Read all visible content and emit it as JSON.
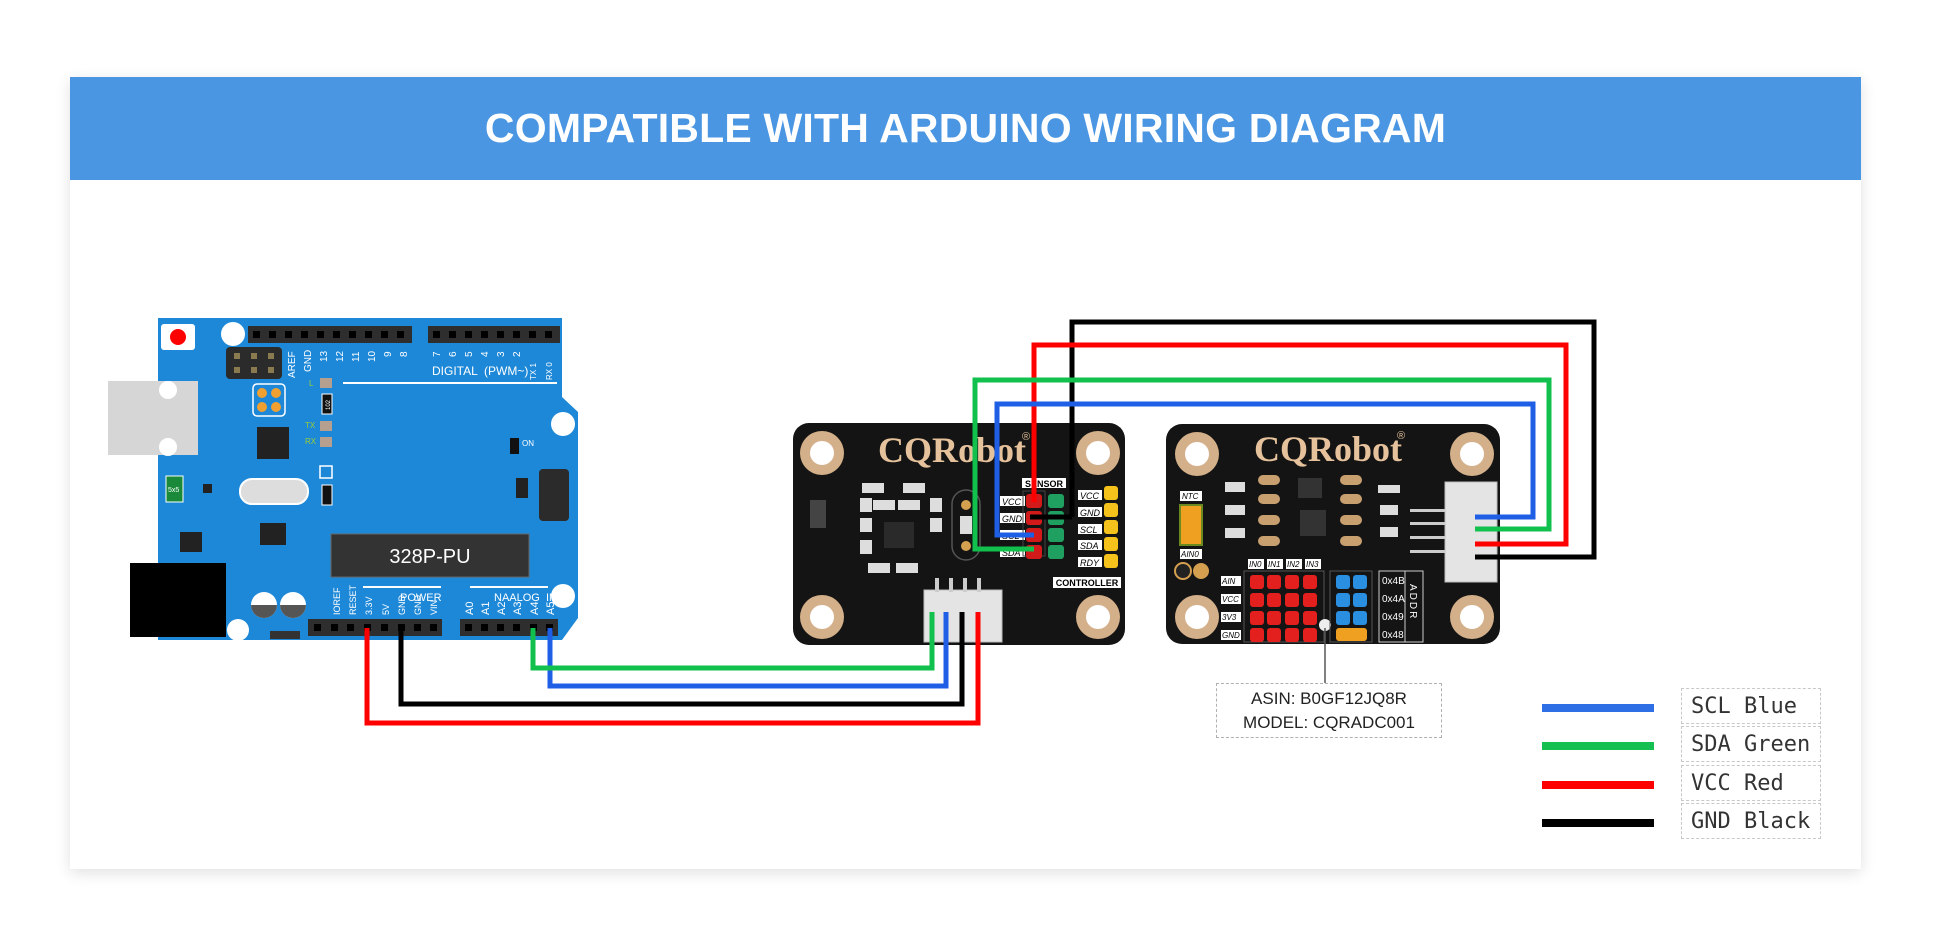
{
  "header": {
    "title": "COMPATIBLE WITH ARDUINO WIRING DIAGRAM"
  },
  "colors": {
    "header_bg": "#4a96e2",
    "arduino_blue": "#1e88d8",
    "board_black": "#141414",
    "brand_text": "#e6c29c",
    "scl": "#1f5fe6",
    "sda": "#12c04e",
    "vcc": "#ff0000",
    "gnd": "#000000"
  },
  "arduino": {
    "chip_label": "328P-PU",
    "digital_label": "DIGITAL  (PWM~)",
    "digital_pins_left": [
      "AREF",
      "GND",
      "13",
      "12",
      "11",
      "10",
      "9",
      "8"
    ],
    "digital_pins_right": [
      "7",
      "6",
      "5",
      "4",
      "3",
      "2",
      "TX 1",
      "RX 0"
    ],
    "power_label": "POWER",
    "power_pins": [
      "IOREF",
      "RESET",
      "3.3V",
      "5V",
      "GND",
      "GND",
      "VIN"
    ],
    "analog_label": "NAALOG  IN",
    "analog_pins": [
      "A0",
      "A1",
      "A2",
      "A3",
      "A4",
      "A5"
    ],
    "led_labels": [
      "L",
      "TX",
      "RX",
      "ON"
    ],
    "resistor_label": "102",
    "fuse_label": "5x5"
  },
  "board_left": {
    "brand": "CQRobot",
    "registered": "®",
    "sensor_label": "SENSOR",
    "sensor_pins": [
      "VCC",
      "GND",
      "SCL",
      "SDA"
    ],
    "controller_pins": [
      "VCC",
      "GND",
      "SCL",
      "SDA",
      "RDY"
    ],
    "controller_label": "CONTROLLER"
  },
  "board_right": {
    "brand": "CQRobot",
    "registered": "®",
    "ntc_label": "NTC",
    "ain0_label": "AIN0",
    "in_labels": [
      "IN0",
      "IN1",
      "IN2",
      "IN3"
    ],
    "row_labels": [
      "AIN",
      "VCC",
      "3V3",
      "GND"
    ],
    "addr_values": [
      "0x4B",
      "0x4A",
      "0x49",
      "0x48"
    ],
    "addr_label": "ADDR"
  },
  "product": {
    "asin": "ASIN: B0GF12JQ8R",
    "model": "MODEL: CQRADC001"
  },
  "legend": [
    {
      "label": "SCL Blue",
      "color": "#2f6fe6"
    },
    {
      "label": "SDA Green",
      "color": "#16c050"
    },
    {
      "label": "VCC Red",
      "color": "#ff0000"
    },
    {
      "label": "GND Black",
      "color": "#000000"
    }
  ]
}
